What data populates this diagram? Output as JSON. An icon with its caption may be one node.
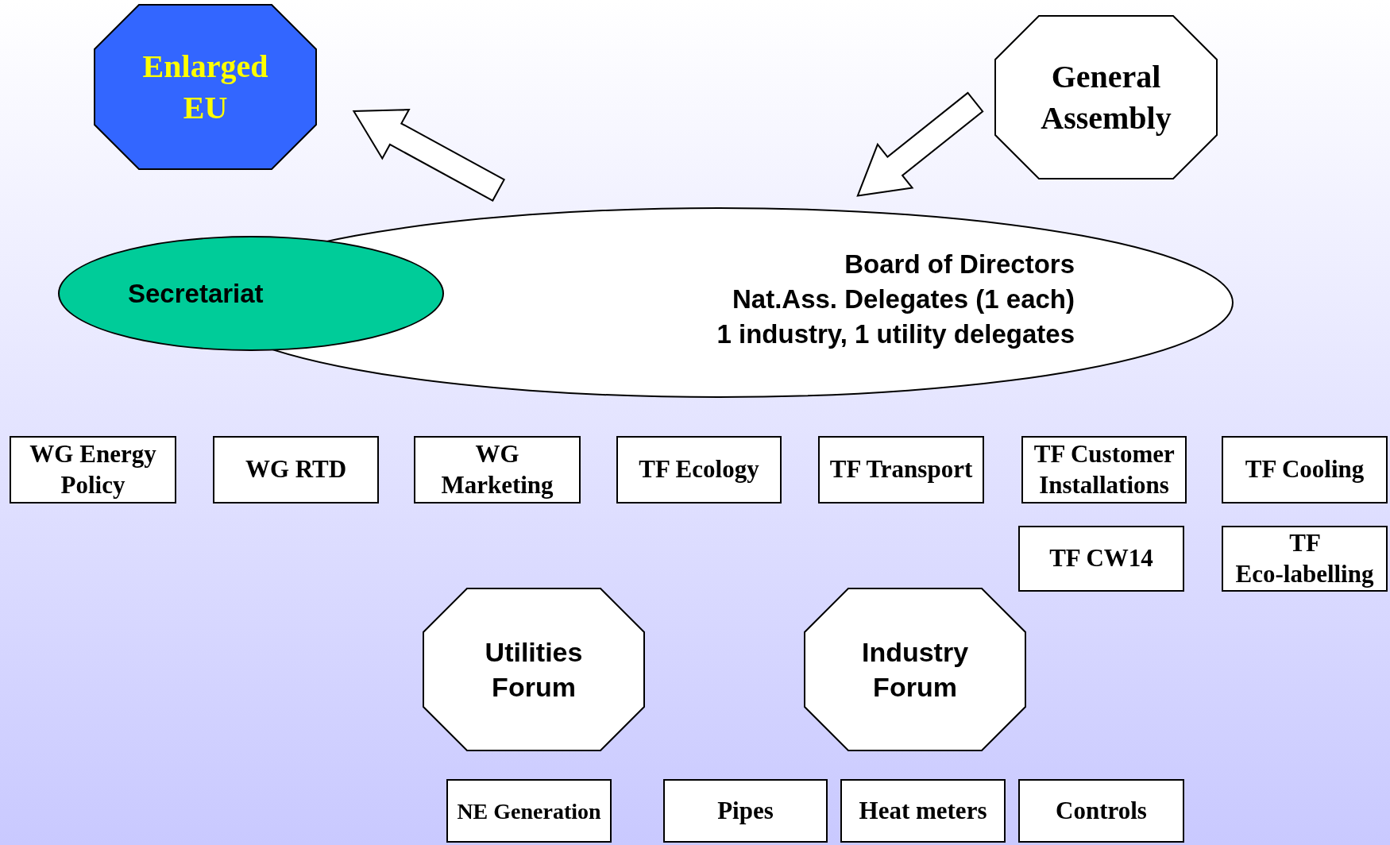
{
  "diagram": {
    "nodes": [
      {
        "text": [
          "Enlarged EU"
        ]
      },
      {
        "text": [
          "General Assembly"
        ]
      },
      {
        "text": [
          "Board of Directors",
          "Nat.Ass. Delegates (1 each)",
          "1 industry, 1 utility delegates"
        ]
      },
      {
        "text": [
          "Secretariat"
        ]
      },
      {
        "text": [
          "WG Energy Policy"
        ]
      },
      {
        "text": [
          "WG RTD"
        ]
      },
      {
        "text": [
          "WG Marketing"
        ]
      },
      {
        "text": [
          "TF Ecology"
        ]
      },
      {
        "text": [
          "TF Transport"
        ]
      },
      {
        "text": [
          "TF Customer Installations"
        ]
      },
      {
        "text": [
          "TF Cooling"
        ]
      },
      {
        "text": [
          "TF CW14"
        ]
      },
      {
        "text": [
          "TF Eco-labelling"
        ]
      },
      {
        "text": [
          "Utilities Forum"
        ]
      },
      {
        "text": [
          "Industry Forum"
        ]
      },
      {
        "text": [
          "NE Generation"
        ]
      },
      {
        "text": [
          "Pipes"
        ]
      },
      {
        "text": [
          "Heat meters"
        ]
      },
      {
        "text": [
          "Controls"
        ]
      }
    ],
    "edges": [
      {
        "from": 2,
        "to": 0,
        "arrow": "to",
        "style": "thick"
      },
      {
        "from": 1,
        "to": 2,
        "arrow": "to",
        "style": "thick"
      }
    ]
  }
}
